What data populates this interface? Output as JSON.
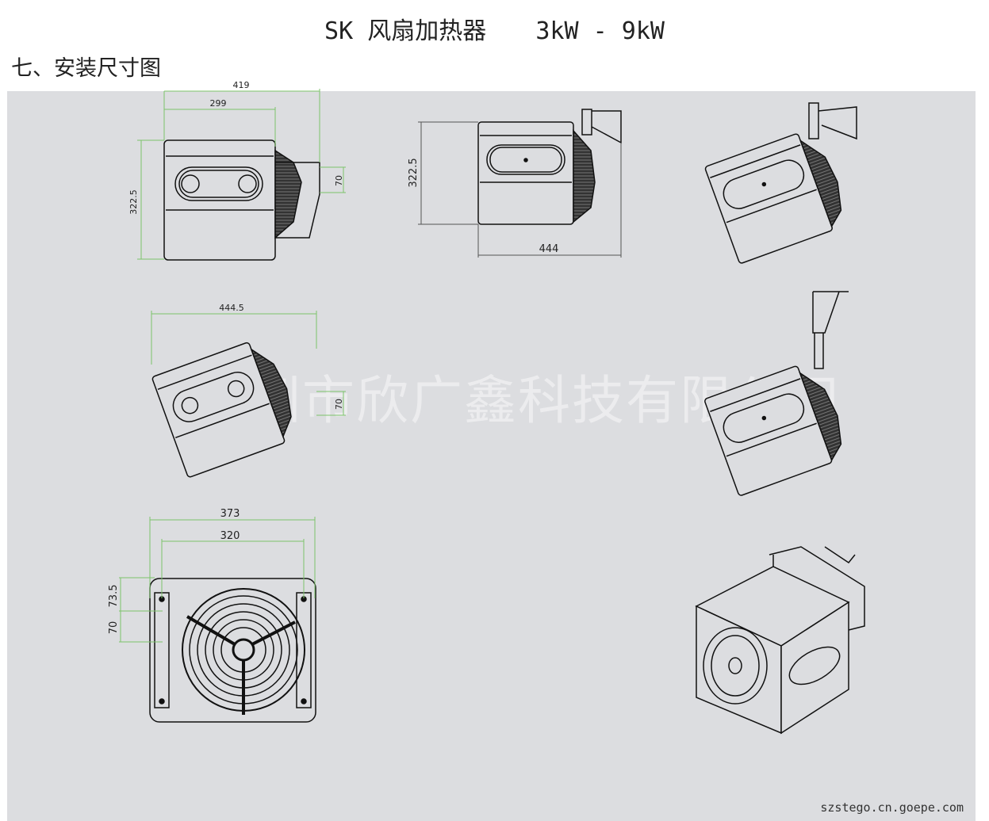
{
  "header": {
    "title_model": "SK 风扇加热器",
    "title_power": "3kW - 9kW"
  },
  "section": {
    "title": "七、安装尺寸图"
  },
  "watermark": "深圳市欣广鑫科技有限公司",
  "footer": {
    "url": "szstego.cn.goepe.com"
  },
  "dimensions": {
    "side_view": {
      "overall_width": "419",
      "body_width": "299",
      "height": "322.5",
      "bracket": "70"
    },
    "front_view": {
      "height": "322.5",
      "width": "444"
    },
    "tilted_view": {
      "width": "444.5",
      "bracket": "70"
    },
    "back_view": {
      "overall_width": "373",
      "hole_spacing": "320",
      "top_offset": "73.5",
      "slot_spacing": "70"
    }
  }
}
